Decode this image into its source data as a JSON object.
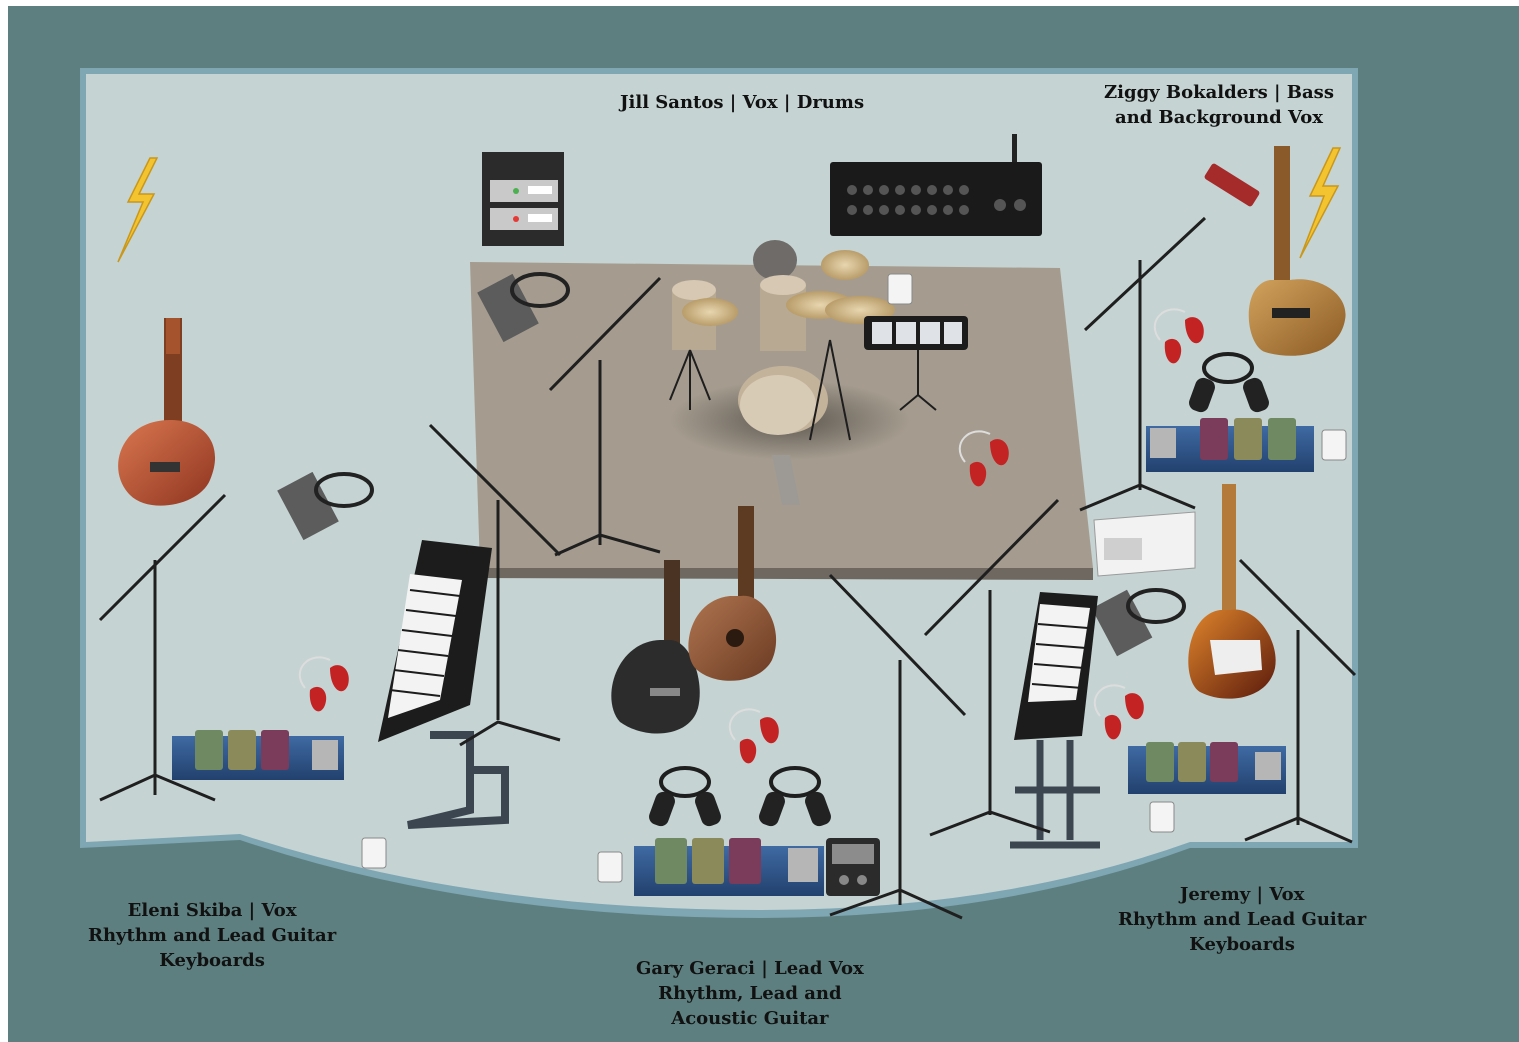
{
  "labels": {
    "drums": "Jill Santos | Vox | Drums",
    "bass": [
      "Ziggy Bokalders | Bass",
      "and Background Vox"
    ],
    "left": [
      "Eleni Skiba | Vox",
      "Rhythm and Lead Guitar",
      "Keyboards"
    ],
    "center": [
      "Gary Geraci | Lead Vox",
      "Rhythm, Lead and",
      "Acoustic Guitar"
    ],
    "right": [
      "Jeremy | Vox",
      "Rhythm and Lead Guitar",
      "Keyboards"
    ]
  },
  "icons": [
    "lightning-bolt-icon",
    "rack-unit-icon",
    "digital-mixer-icon",
    "drum-kit-icon",
    "electric-guitar-icon",
    "bass-guitar-icon",
    "acoustic-guitar-icon",
    "keyboard-icon",
    "mic-stand-icon",
    "pedalboard-icon",
    "in-ear-monitor-icon",
    "xlr-cable-icon",
    "power-strip-icon",
    "wall-outlet-icon",
    "di-box-icon",
    "harmonica-icon"
  ],
  "colors": {
    "background": "#5d7f7f",
    "stage_floor": "#c5d3d3",
    "stage_border": "#7fa6b3",
    "drum_riser": "#a59c8f",
    "bolt": "#f4c430"
  }
}
